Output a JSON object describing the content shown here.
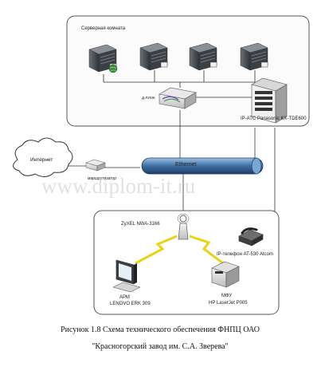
{
  "server_room": {
    "label": "Серверная комната"
  },
  "devices": {
    "switch_label": "Д-ЛИНК",
    "pbx_label": "IP-АТС Panasonic  KX-TDE600",
    "internet_label": "Интернет",
    "router_label": "маршрутизатор",
    "ethernet_label": "Ethernet",
    "access_point_label": "ZyXEL NWA-3166",
    "phone_label": "IP-телефон AT-530 Atcom",
    "workstation_label_1": "АРМ",
    "workstation_label_2": "LENOVO ERK 309",
    "printer_label_1": "МФУ",
    "printer_label_2": "HP LaserJet P005"
  },
  "watermark": "www.diplom-it.ru",
  "caption": {
    "line1": "Рисунок 1.8 Схема технического обеспечения ФНПЦ ОАО",
    "line2": "\"Красногорский завод им. С.А. Зверева\""
  },
  "colors": {
    "ethernet_bus": "#4f7fb0",
    "wireless_link": "#e8d21a",
    "frame_border": "#555555",
    "server_body": "#4a4f57",
    "globe": "#3a8f3f"
  },
  "icons": [
    "server-icon",
    "switch-icon",
    "cloud-icon",
    "router-icon",
    "pbx-icon",
    "access-point-icon",
    "phone-icon",
    "computer-icon",
    "printer-icon"
  ]
}
